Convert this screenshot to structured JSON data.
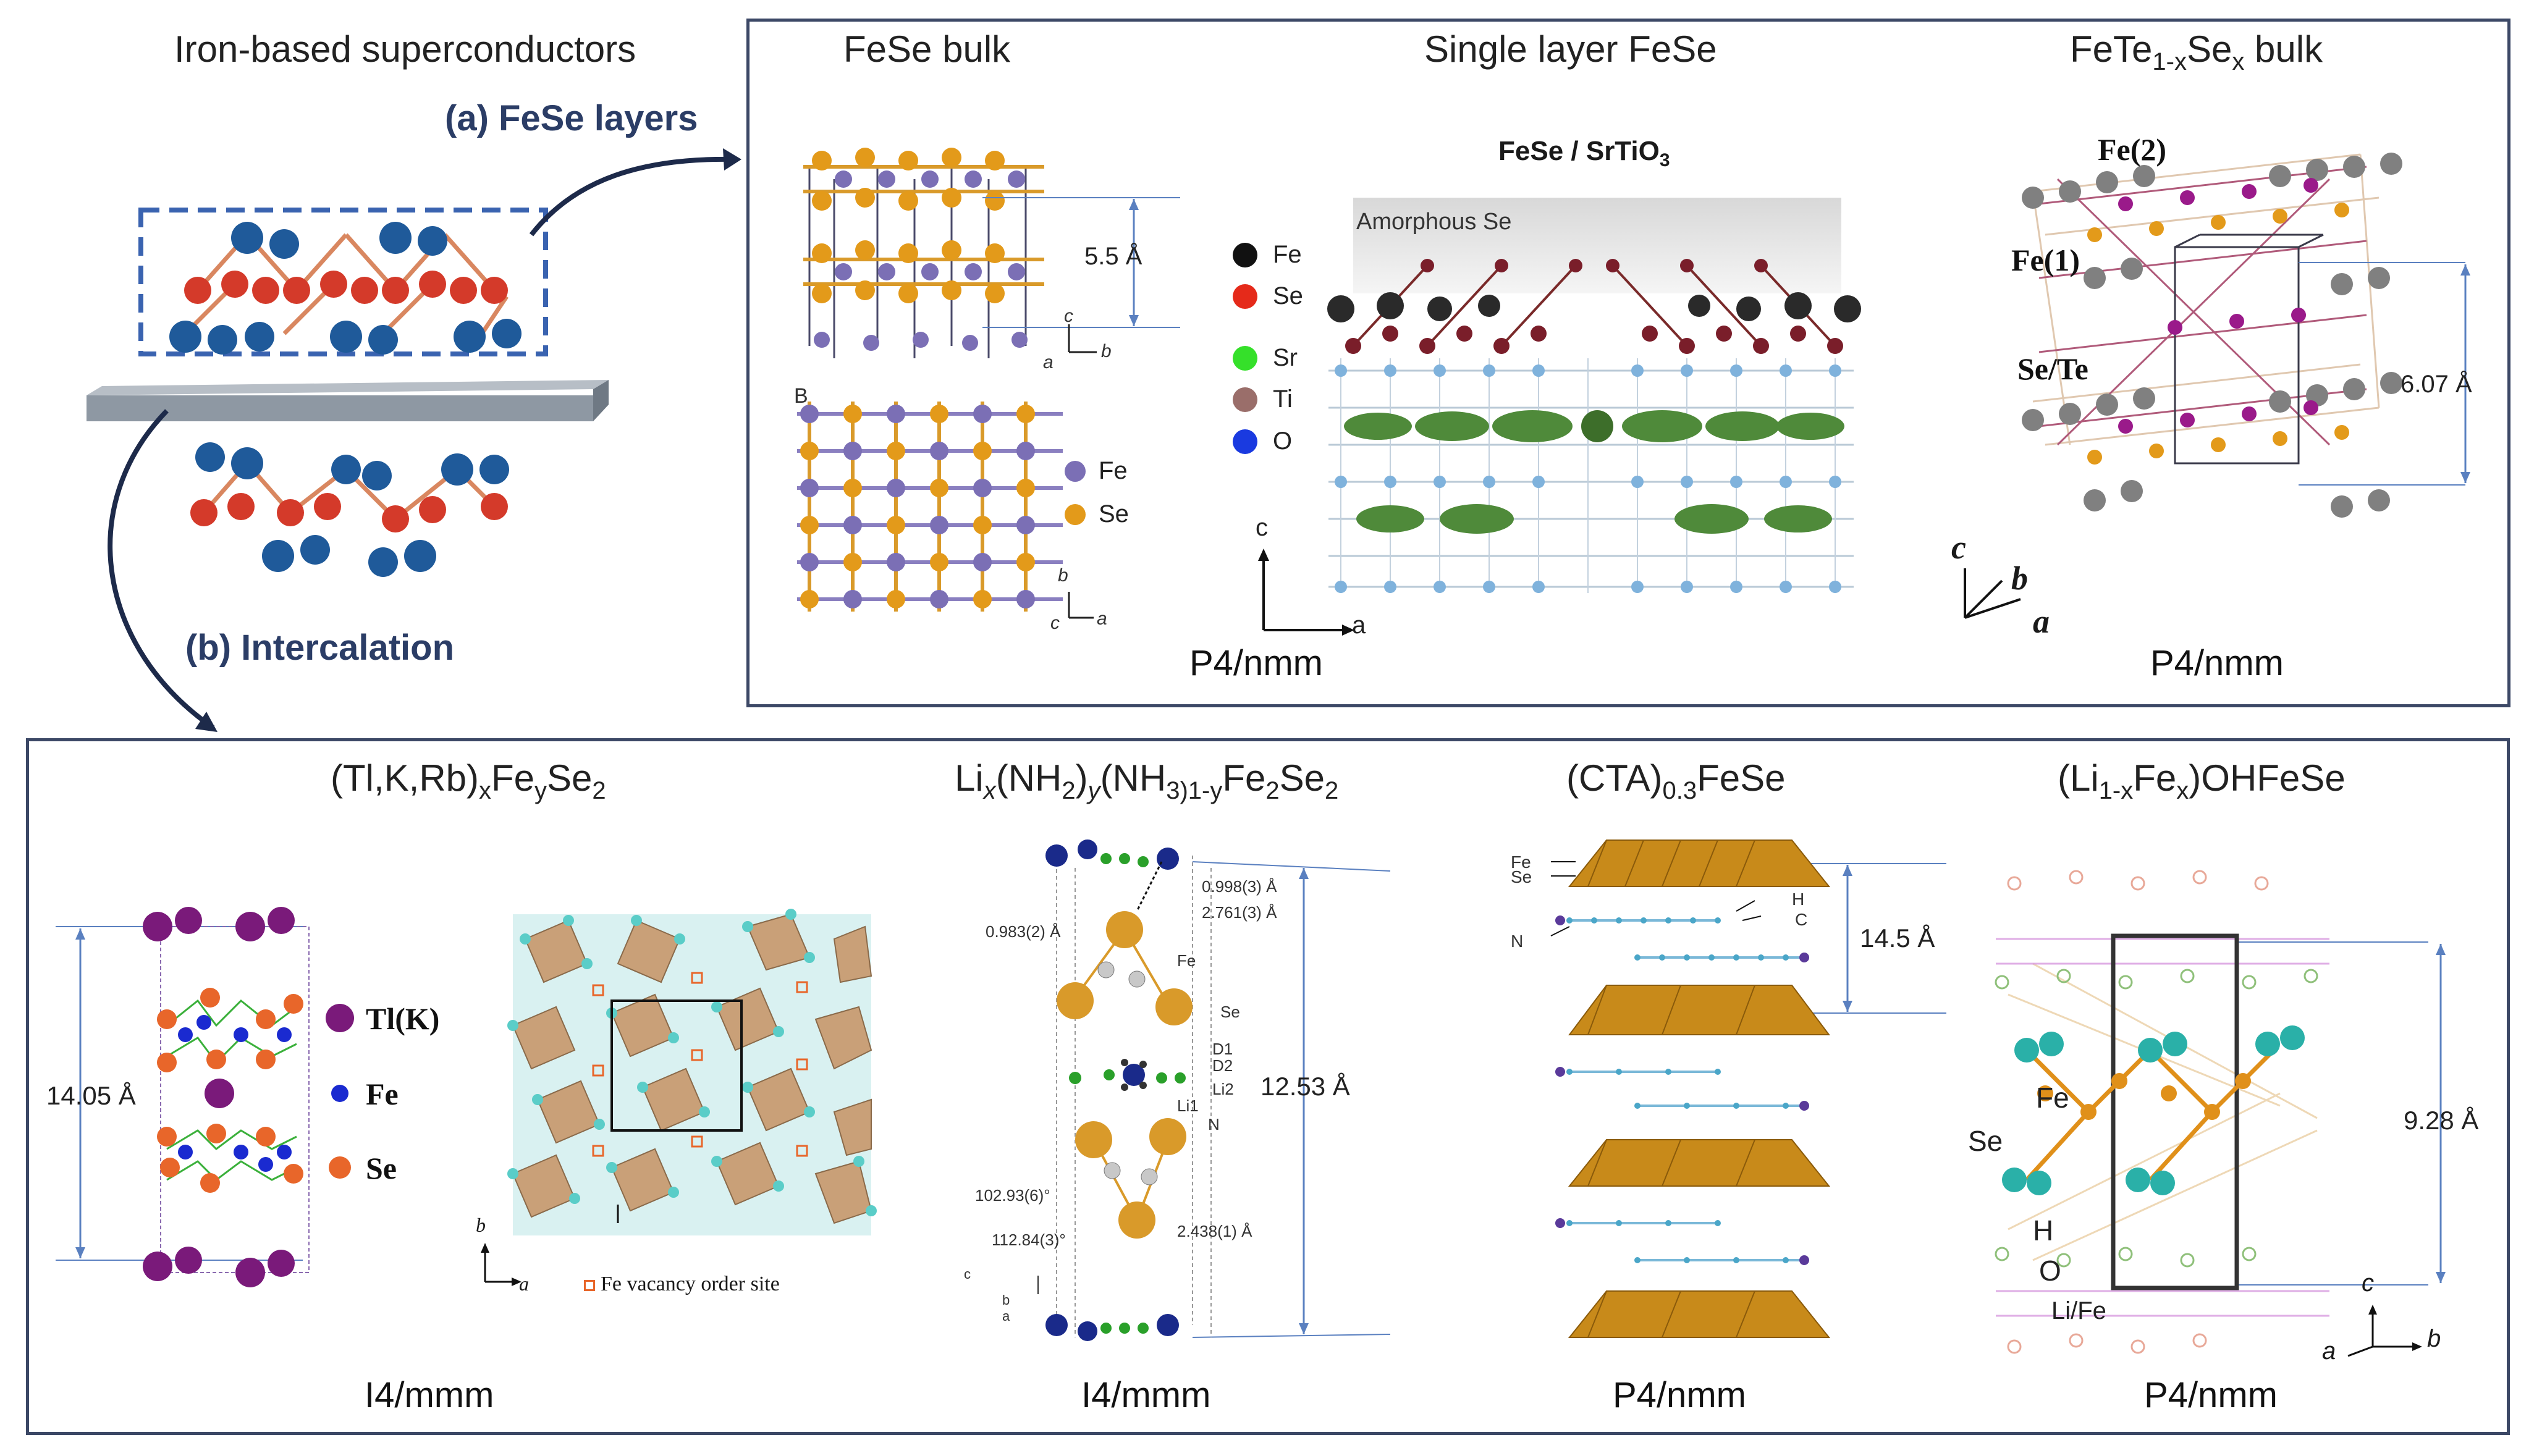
{
  "left_title": "Iron-based superconductors",
  "left_labels": {
    "fese_layers": "(a) FeSe layers",
    "intercalation": "(b) Intercalation"
  },
  "top_panels": {
    "bulk": {
      "title": "FeSe bulk",
      "spacing": "5.5 Å",
      "legend": [
        "Fe",
        "Se"
      ],
      "axis_top": [
        "c",
        "a",
        "b"
      ],
      "axis_bottom": [
        "b",
        "c",
        "a"
      ],
      "corner_label": "B"
    },
    "single": {
      "title": "Single layer FeSe",
      "subtitle_main": "FeSe / SrTiO",
      "subtitle_sub": "3",
      "amorphous": "Amorphous Se",
      "legend": [
        "Fe",
        "Se",
        "Sr",
        "Ti",
        "O"
      ],
      "axes": [
        "c",
        "a"
      ],
      "space_group": "P4/nmm"
    },
    "fete": {
      "title_parts": [
        "FeTe",
        "1-x",
        "Se",
        "x",
        " bulk"
      ],
      "labels": [
        "Fe(2)",
        "Fe(1)",
        "Se/Te"
      ],
      "spacing": "6.07 Å",
      "axes": [
        "c",
        "b",
        "a"
      ],
      "space_group": "P4/nmm"
    }
  },
  "bottom_panels": {
    "tlk": {
      "title_parts": [
        "(Tl,K,Rb)",
        "x",
        "Fe",
        "y",
        "Se",
        "2"
      ],
      "spacing": "14.05 Å",
      "legend": [
        "Tl(K)",
        "Fe",
        "Se"
      ],
      "vacancy_note": "Fe vacancy order site",
      "axes": [
        "b",
        "a"
      ],
      "space_group": "I4/mmm"
    },
    "li": {
      "title_parts": [
        "Li",
        "x",
        "(NH",
        "2",
        ")",
        "y",
        "(NH",
        "3)1-y",
        "Fe",
        "2",
        "Se",
        "2"
      ],
      "spacing": "12.53 Å",
      "annotations": [
        "0.998(3) Å",
        "2.761(3) Å",
        "0.983(2) Å",
        "Fe",
        "Se",
        "D1",
        "D2",
        "Li2",
        "Li1",
        "N",
        "102.93(6)°",
        "112.84(3)°",
        "2.438(1) Å"
      ],
      "axes": [
        "c",
        "b",
        "a"
      ],
      "space_group": "I4/mmm"
    },
    "cta": {
      "title_parts": [
        "(CTA)",
        "0.3",
        "FeSe"
      ],
      "spacing": "14.5 Å",
      "labels": [
        "Fe",
        "Se",
        "N",
        "H",
        "C"
      ],
      "space_group": "P4/nmm"
    },
    "lioh": {
      "title_parts": [
        "(Li",
        "1-x",
        "Fe",
        "x",
        ")OHFeSe"
      ],
      "spacing": "9.28 Å",
      "labels": [
        "Fe",
        "Se",
        "H",
        "O",
        "Li/Fe"
      ],
      "axes": [
        "c",
        "a",
        "b"
      ],
      "space_group": "P4/nmm"
    }
  },
  "colors": {
    "frame": "#3c4866",
    "label_blue": "#2b3d66",
    "fe_purple": "#7b6fb5",
    "se_orange": "#e39a1a",
    "red_atom": "#d43a2a",
    "blue_atom": "#1f5a9a",
    "tl_purple": "#8a1a7a",
    "teal": "#2cb5b0"
  }
}
